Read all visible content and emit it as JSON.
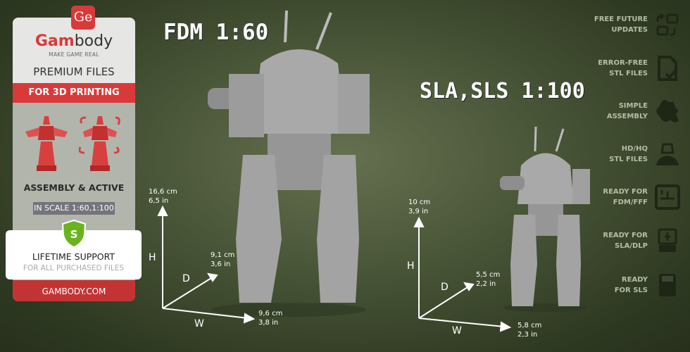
{
  "panel": {
    "logo_badge": "Ge",
    "brand_red": "Gam",
    "brand_dark": "body",
    "tagline": "MAKE GAME REAL",
    "premium": "PREMIUM FILES",
    "for_3d": "FOR 3D PRINTING",
    "assembly": "ASSEMBLY & ACTIVE",
    "scale": "IN SCALE 1:60,1:100",
    "shield_letter": "S",
    "lifetime": "LIFETIME SUPPORT",
    "all_files": "FOR ALL PURCHASED FILES",
    "site": "GAMBODY.COM"
  },
  "fdm": {
    "title": "FDM 1:60",
    "h_cm": "16,6 cm",
    "h_in": "6,5 in",
    "d_cm": "9,1 cm",
    "d_in": "3,6 in",
    "w_cm": "9,6 cm",
    "w_in": "3,8 in",
    "h": "H",
    "d": "D",
    "w": "W"
  },
  "sla": {
    "title": "SLA,SLS 1:100",
    "h_cm": "10 cm",
    "h_in": "3,9 in",
    "d_cm": "5,5 cm",
    "d_in": "2,2 in",
    "w_cm": "5,8 cm",
    "w_in": "2,3 in",
    "h": "H",
    "d": "D",
    "w": "W"
  },
  "features": [
    {
      "l1": "FREE FUTURE",
      "l2": "UPDATES",
      "icon": "updates-icon"
    },
    {
      "l1": "ERROR-FREE",
      "l2": "STL FILES",
      "icon": "file-check-icon"
    },
    {
      "l1": "SIMPLE",
      "l2": "ASSEMBLY",
      "icon": "puzzle-icon"
    },
    {
      "l1": "HD/HQ",
      "l2": "STL FILES",
      "icon": "ironman-icon"
    },
    {
      "l1": "READY FOR",
      "l2": "FDM/FFF",
      "icon": "fdm-printer-icon"
    },
    {
      "l1": "READY FOR",
      "l2": "SLA/DLP",
      "icon": "sla-printer-icon"
    },
    {
      "l1": "READY",
      "l2": "FOR SLS",
      "icon": "sls-printer-icon"
    }
  ],
  "colors": {
    "accent": "#d83a3a",
    "green": "#6bb31e"
  }
}
